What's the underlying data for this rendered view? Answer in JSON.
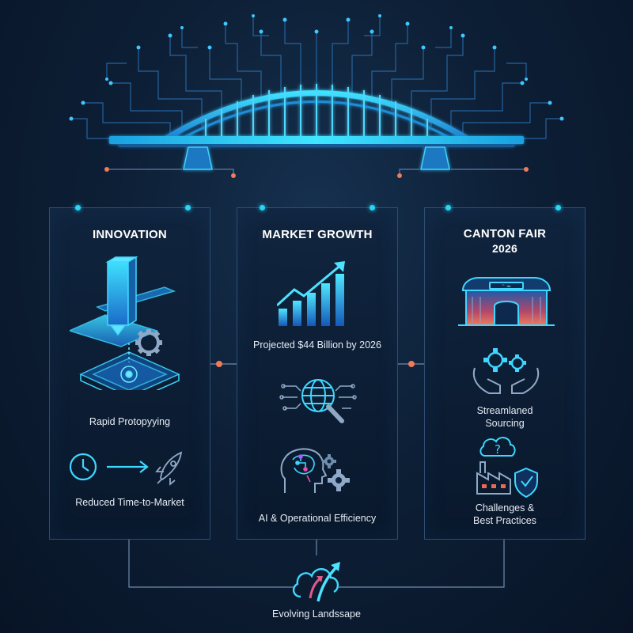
{
  "colors": {
    "background": "#0b1a2e",
    "accent_cyan": "#27d6f5",
    "accent_blue": "#2f7fe0",
    "accent_orange": "#f07a5a",
    "panel_border": "#2d4d72"
  },
  "header": {
    "illustration": "bridge-over-circuit-network"
  },
  "panels": [
    {
      "title": "INNOVATION",
      "items": [
        {
          "icon": "3d-printer-icon",
          "label": "Rapid Protopyying"
        },
        {
          "icon": "clock-to-rocket-icon",
          "label": "Reduced Time-to-Market"
        }
      ]
    },
    {
      "title": "MARKET GROWTH",
      "items": [
        {
          "icon": "rising-bar-chart-icon",
          "label": "Projected $44 Billion by 2026"
        },
        {
          "icon": "globe-magnifier-icon",
          "label": ""
        },
        {
          "icon": "ai-brain-gears-icon",
          "label": "AI & Operational Efficiency"
        }
      ]
    },
    {
      "title_line1": "CANTON FAIR",
      "title_line2": "2026",
      "items": [
        {
          "icon": "exhibition-hall-icon",
          "label": ""
        },
        {
          "icon": "hands-gears-icon",
          "label_line1": "Streamlaned",
          "label_line2": "Sourcing"
        },
        {
          "icon": "factory-shield-question-icon",
          "label_line1": "Challenges &",
          "label_line2": "Best Practices"
        }
      ]
    }
  ],
  "footer": {
    "icon": "cloud-arrows-icon",
    "label": "Evolving Landssape"
  }
}
